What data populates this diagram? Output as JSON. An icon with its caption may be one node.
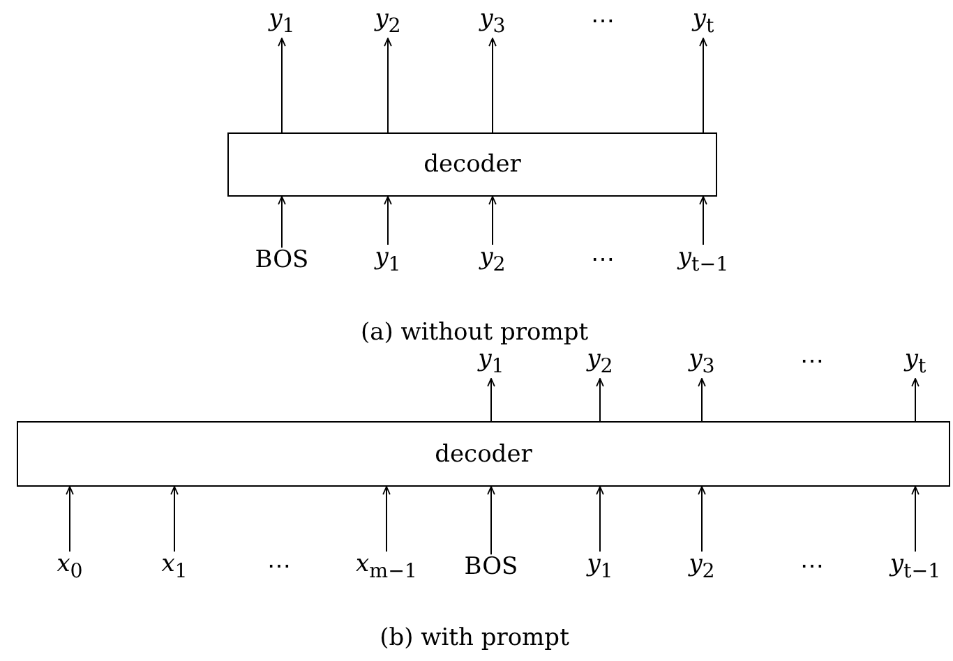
{
  "diagram": {
    "nodes": [
      {
        "text": [
          "*y*$_{1}$"
        ]
      },
      {
        "text": [
          "*y*$_{2}$"
        ]
      },
      {
        "text": [
          "*y*$_{3}$"
        ]
      },
      {
        "text": [
          "*y*$_{t}$"
        ]
      },
      {
        "text": [
          "decoder"
        ]
      },
      {
        "text": [
          "BOS"
        ]
      },
      {
        "text": [
          "*y*$_{1}$"
        ]
      },
      {
        "text": [
          "*y*$_{2}$"
        ]
      },
      {
        "text": [
          "*y*$_{t−1}$"
        ]
      },
      {
        "text": [
          "*y*$_{1}$"
        ]
      },
      {
        "text": [
          "*y*$_{2}$"
        ]
      },
      {
        "text": [
          "*y*$_{3}$"
        ]
      },
      {
        "text": [
          "*y*$_{t}$"
        ]
      },
      {
        "text": [
          "decoder"
        ]
      },
      {
        "text": [
          "*x*$_{0}$"
        ]
      },
      {
        "text": [
          "*x*$_{1}$"
        ]
      },
      {
        "text": [
          "*x*$_{m−1}$"
        ]
      },
      {
        "text": [
          "BOS"
        ]
      },
      {
        "text": [
          "*y*$_{1}$"
        ]
      },
      {
        "text": [
          "*y*$_{2}$"
        ]
      },
      {
        "text": [
          "*y*$_{t−1}$"
        ]
      }
    ],
    "edges": [
      {
        "from": 4,
        "to": 0,
        "arrow": "to"
      },
      {
        "from": 4,
        "to": 1,
        "arrow": "to"
      },
      {
        "from": 4,
        "to": 2,
        "arrow": "to"
      },
      {
        "from": 4,
        "to": 3,
        "arrow": "to"
      },
      {
        "from": 5,
        "to": 4,
        "arrow": "to"
      },
      {
        "from": 6,
        "to": 4,
        "arrow": "to"
      },
      {
        "from": 7,
        "to": 4,
        "arrow": "to"
      },
      {
        "from": 8,
        "to": 4,
        "arrow": "to"
      },
      {
        "from": 13,
        "to": 9,
        "arrow": "to"
      },
      {
        "from": 13,
        "to": 10,
        "arrow": "to"
      },
      {
        "from": 13,
        "to": 11,
        "arrow": "to"
      },
      {
        "from": 13,
        "to": 12,
        "arrow": "to"
      },
      {
        "from": 14,
        "to": 13,
        "arrow": "to"
      },
      {
        "from": 15,
        "to": 13,
        "arrow": "to"
      },
      {
        "from": 16,
        "to": 13,
        "arrow": "to"
      },
      {
        "from": 17,
        "to": 13,
        "arrow": "to"
      },
      {
        "from": 18,
        "to": 13,
        "arrow": "to"
      },
      {
        "from": 19,
        "to": 13,
        "arrow": "to"
      },
      {
        "from": 20,
        "to": 13,
        "arrow": "to"
      }
    ],
    "labels": [
      "⋯",
      "⋯",
      "(a) without prompt",
      "⋯",
      "⋯",
      "⋯",
      "(b) with prompt"
    ]
  }
}
